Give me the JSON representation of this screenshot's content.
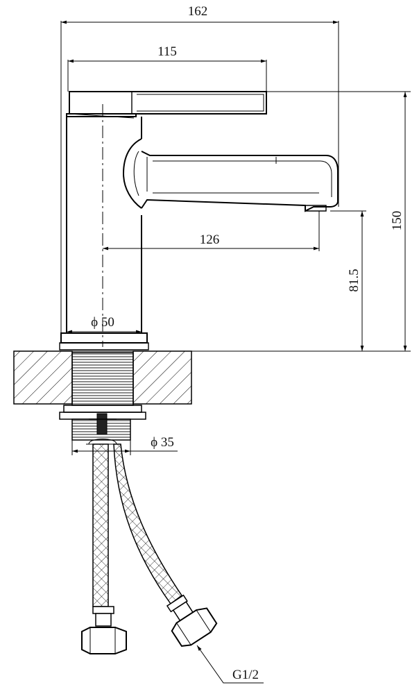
{
  "dimensions": {
    "overall_width": "162",
    "handle_length": "115",
    "spout_reach": "126",
    "total_height": "150",
    "spout_height": "81.5",
    "body_diameter": "ϕ 50",
    "thread_diameter": "ϕ 35",
    "hose_thread": "G1/2"
  }
}
